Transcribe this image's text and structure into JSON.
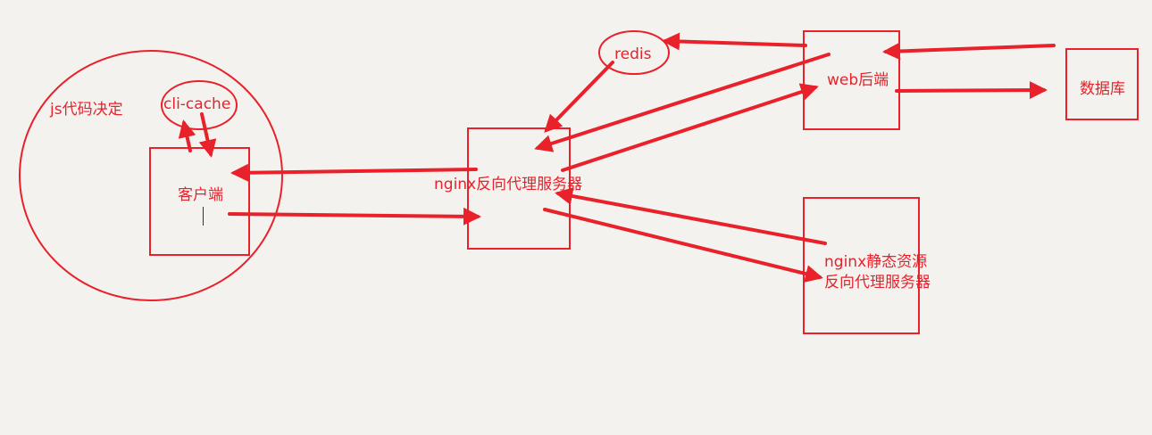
{
  "colors": {
    "stroke": "#e8212a",
    "background": "#f3f2ef"
  },
  "labels": {
    "js_scope": "js代码决定",
    "cli_cache": "cli-cache",
    "client": "客户端",
    "nginx_proxy": "nginx反向代理服务器",
    "redis": "redis",
    "web_backend": "web后端",
    "database": "数据库",
    "nginx_static_line1": "nginx静态资源",
    "nginx_static_line2": "反向代理服务器"
  }
}
